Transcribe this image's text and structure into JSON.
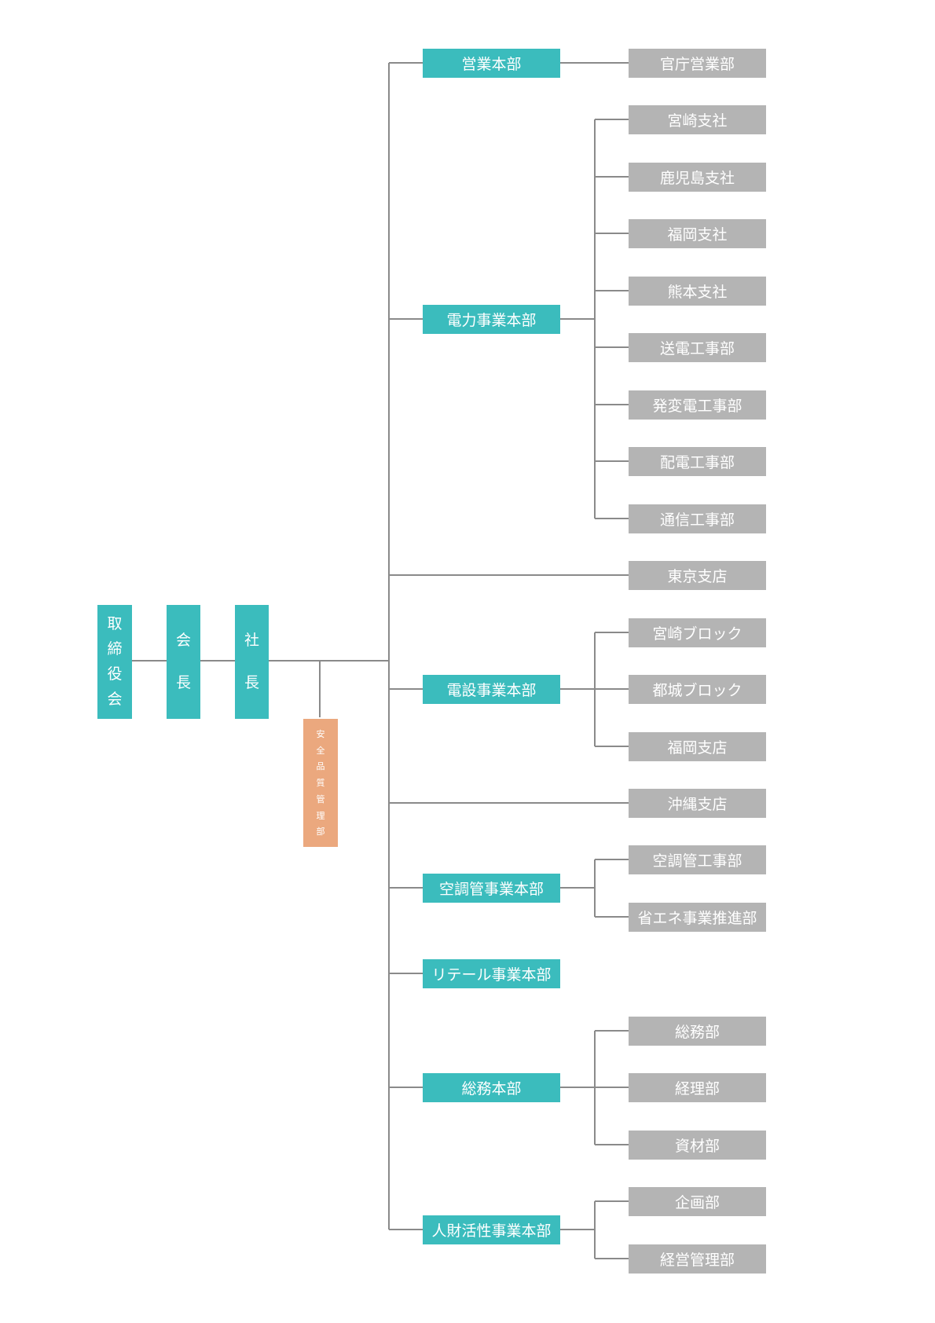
{
  "top": {
    "board": [
      "取",
      "締",
      "役",
      "会"
    ],
    "chairman": [
      "会",
      "長"
    ],
    "president": [
      "社",
      "長"
    ],
    "safety": [
      "安",
      "全",
      "品",
      "質",
      "管",
      "理",
      "部"
    ]
  },
  "divisions": {
    "sales": "営業本部",
    "power": "電力事業本部",
    "construction": "電設事業本部",
    "aircon": "空調管事業本部",
    "retail": "リテール事業本部",
    "general": "総務本部",
    "hr": "人財活性事業本部"
  },
  "units": {
    "gov_sales": "官庁営業部",
    "miyazaki_branch": "宮崎支社",
    "kagoshima_branch": "鹿児島支社",
    "fukuoka_branch": "福岡支社",
    "kumamoto_branch": "熊本支社",
    "transmission": "送電工事部",
    "substation": "発変電工事部",
    "distribution": "配電工事部",
    "telecom": "通信工事部",
    "tokyo_office": "東京支店",
    "miyazaki_block": "宮崎ブロック",
    "miyakonojo_block": "都城ブロック",
    "fukuoka_office": "福岡支店",
    "okinawa_office": "沖縄支店",
    "aircon_works": "空調管工事部",
    "energy_saving": "省エネ事業推進部",
    "general_affairs": "総務部",
    "accounting": "経理部",
    "materials": "資材部",
    "planning": "企画部",
    "management": "経営管理部"
  }
}
